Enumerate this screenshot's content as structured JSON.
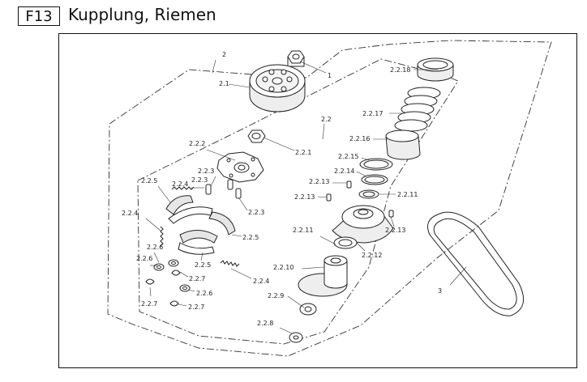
{
  "header": {
    "code": "F13",
    "title": "Kupplung, Riemen"
  },
  "labels": {
    "l1": "1",
    "l2": "2",
    "l3": "3",
    "l2_1": "2.1",
    "l2_2": "2.2",
    "l2_2_1": "2.2.1",
    "l2_2_2": "2.2.2",
    "l2_2_3a": "2.2.3",
    "l2_2_3b": "2.2.3",
    "l2_2_4a": "2.2.4",
    "l2_2_4b": "2.2.4",
    "l2_2_4c": "2.2.4",
    "l2_2_5a": "2.2.5",
    "l2_2_5b": "2.2.5",
    "l2_2_5c": "2.2.5",
    "l2_2_6a": "2.2.6",
    "l2_2_6b": "2.2.6",
    "l2_2_6c": "2.2.6",
    "l2_2_7a": "2.2.7",
    "l2_2_7b": "2.2.7",
    "l2_2_7c": "2.2.7",
    "l2_2_8": "2.2.8",
    "l2_2_9": "2.2.9",
    "l2_2_10": "2.2.10",
    "l2_2_11a": "2.2.11",
    "l2_2_11b": "2.2.11",
    "l2_2_12": "2.2.12",
    "l2_2_13a": "2.2.13",
    "l2_2_13b": "2.2.13",
    "l2_2_13c": "2.2.13",
    "l2_2_14": "2.2.14",
    "l2_2_15": "2.2.15",
    "l2_2_16": "2.2.16",
    "l2_2_17": "2.2.17",
    "l2_2_18": "2.2.18"
  }
}
